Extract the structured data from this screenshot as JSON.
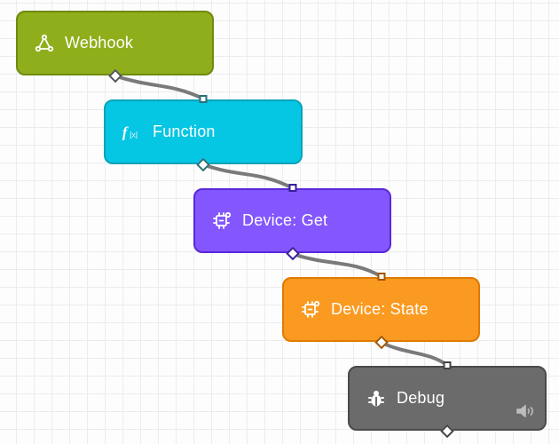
{
  "flow": {
    "nodes": [
      {
        "label": "Webhook",
        "icon": "webhook-icon",
        "fill": "#8eaf1b",
        "border": "#6f8a10"
      },
      {
        "label": "Function",
        "icon": "function-icon",
        "fill": "#05c6e3",
        "border": "#0aa3b8"
      },
      {
        "label": "Device: Get",
        "icon": "device-icon",
        "fill": "#8356fe",
        "border": "#5a28d9"
      },
      {
        "label": "Device: State",
        "icon": "device-icon",
        "fill": "#fb9a20",
        "border": "#e07a00"
      },
      {
        "label": "Debug",
        "icon": "bug-icon",
        "fill": "#6b6b6b",
        "border": "#4a4a4a"
      }
    ],
    "connections": [
      {
        "from": "Webhook",
        "to": "Function"
      },
      {
        "from": "Function",
        "to": "Device: Get"
      },
      {
        "from": "Device: Get",
        "to": "Device: State"
      },
      {
        "from": "Device: State",
        "to": "Debug"
      }
    ],
    "wire_color": "#7a7a7a",
    "debug_speaker_icon": "speaker-icon"
  }
}
